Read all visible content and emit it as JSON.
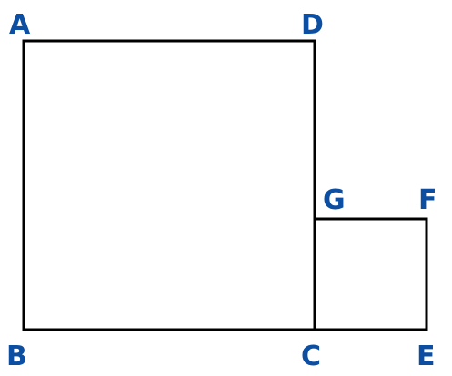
{
  "colors": {
    "stroke": "#000000",
    "label": "#0b4ea2",
    "background": "#ffffff"
  },
  "labels": {
    "a": "A",
    "b": "B",
    "c": "C",
    "d": "D",
    "e": "E",
    "f": "F",
    "g": "G"
  }
}
